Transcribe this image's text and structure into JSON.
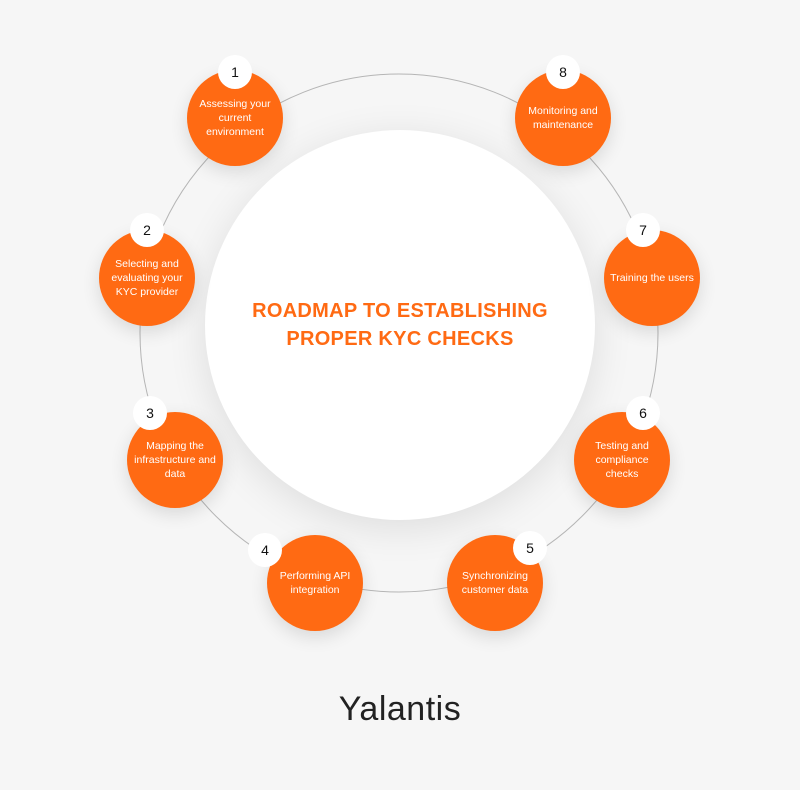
{
  "title": {
    "line1": "ROADMAP TO ESTABLISHING",
    "line2": "PROPER KYC CHECKS"
  },
  "accent_color": "#ff6a13",
  "steps": [
    {
      "number": "1",
      "label": "Assessing your current environment"
    },
    {
      "number": "2",
      "label": "Selecting and evaluating your KYC provider"
    },
    {
      "number": "3",
      "label": "Mapping the infrastructure and data"
    },
    {
      "number": "4",
      "label": "Performing API integration"
    },
    {
      "number": "5",
      "label": "Synchronizing customer data"
    },
    {
      "number": "6",
      "label": "Testing and compliance checks"
    },
    {
      "number": "7",
      "label": "Training the users"
    },
    {
      "number": "8",
      "label": "Monitoring and maintenance"
    }
  ],
  "logo": "Yalantis"
}
